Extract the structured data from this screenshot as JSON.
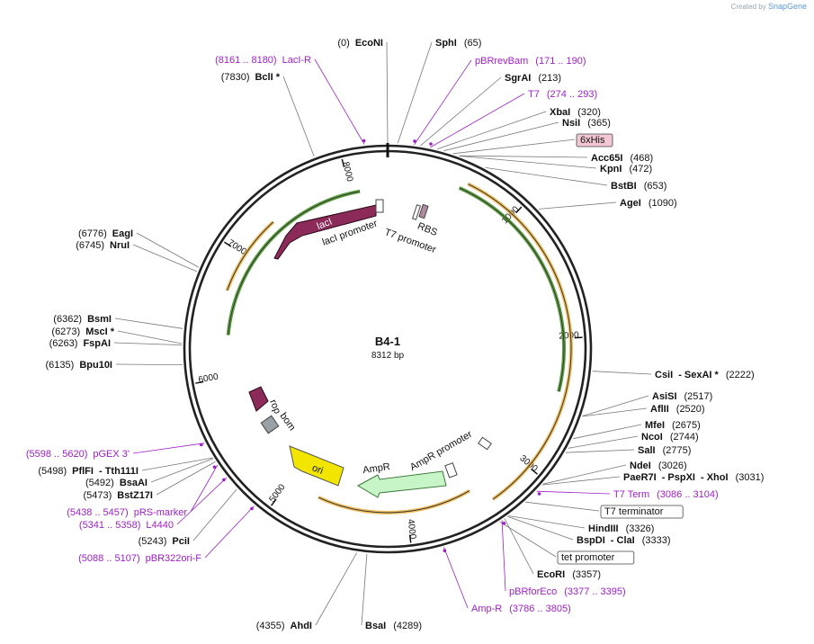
{
  "credit": {
    "prefix": "Created by",
    "brand": "SnapGene"
  },
  "plasmid": {
    "name": "B4-1",
    "size": "8312 bp"
  },
  "ring_ticks": [
    "1000",
    "2000",
    "3000",
    "4000",
    "5000",
    "6000",
    "7000",
    "8000"
  ],
  "features": {
    "lacI": "lacI",
    "lacI_promoter": "lacI promoter",
    "T7_promoter": "T7 promoter",
    "RBS": "RBS",
    "rop": "rop",
    "bom": "bom",
    "ori": "ori",
    "AmpR": "AmpR",
    "AmpR_promoter": "AmpR promoter"
  },
  "sites": [
    {
      "num": "(0)",
      "name": "EcoNI"
    },
    {
      "name": "SphI",
      "num": "(65)"
    },
    {
      "name": "pBRrevBam",
      "num": "(171 .. 190)",
      "color": "#a020c8"
    },
    {
      "name": "SgrAI",
      "num": "(213)"
    },
    {
      "name": "T7",
      "num": "(274 .. 293)",
      "color": "#a020c8"
    },
    {
      "name": "XbaI",
      "num": "(320)"
    },
    {
      "name": "NsiI",
      "num": "(365)"
    },
    {
      "name": "6xHis",
      "boxed": "pink"
    },
    {
      "name": "Acc65I",
      "num": "(468)"
    },
    {
      "name": "KpnI",
      "num": "(472)"
    },
    {
      "name": "BstBI",
      "num": "(653)"
    },
    {
      "name": "AgeI",
      "num": "(1090)"
    },
    {
      "name": "CsiI",
      "name2": "- SexAI *",
      "num": "(2222)"
    },
    {
      "name": "AsiSI",
      "num": "(2517)"
    },
    {
      "name": "AflII",
      "num": "(2520)"
    },
    {
      "name": "MfeI",
      "num": "(2675)"
    },
    {
      "name": "NcoI",
      "num": "(2744)"
    },
    {
      "name": "SalI",
      "num": "(2775)"
    },
    {
      "name": "NdeI",
      "num": "(3026)"
    },
    {
      "name": "PaeR7I",
      "name2": "- PspXI",
      "name3": "- XhoI",
      "num": "(3031)"
    },
    {
      "name": "T7 Term",
      "num": "(3086 .. 3104)",
      "color": "#a020c8"
    },
    {
      "name": "T7 terminator",
      "boxed": "white"
    },
    {
      "name": "HindIII",
      "num": "(3326)"
    },
    {
      "name": "BspDI",
      "name2": "- ClaI",
      "num": "(3333)"
    },
    {
      "name": "tet promoter",
      "boxed": "white"
    },
    {
      "name": "EcoRI",
      "num": "(3357)"
    },
    {
      "name": "pBRforEco",
      "num": "(3377 .. 3395)",
      "color": "#a020c8"
    },
    {
      "name": "Amp-R",
      "num": "(3786 .. 3805)",
      "color": "#a020c8"
    },
    {
      "name": "BsaI",
      "num": "(4289)"
    },
    {
      "num": "(4355)",
      "name": "AhdI"
    },
    {
      "num": "(5088 .. 5107)",
      "name": "pBR322ori-F",
      "color": "#a020c8"
    },
    {
      "num": "(5243)",
      "name": "PciI"
    },
    {
      "num": "(5341 .. 5358)",
      "name": "L4440",
      "color": "#a020c8"
    },
    {
      "num": "(5438 .. 5457)",
      "name": "pRS-marker",
      "color": "#a020c8"
    },
    {
      "num": "(5473)",
      "name": "BstZ17I"
    },
    {
      "num": "(5492)",
      "name": "BsaAI"
    },
    {
      "num": "(5498)",
      "name": "PflFI",
      "name2": "- Tth111I"
    },
    {
      "num": "(5598 .. 5620)",
      "name": "pGEX 3'",
      "color": "#a020c8"
    },
    {
      "num": "(6135)",
      "name": "Bpu10I"
    },
    {
      "num": "(6263)",
      "name": "FspAI"
    },
    {
      "num": "(6273)",
      "name": "MscI *"
    },
    {
      "num": "(6362)",
      "name": "BsmI"
    },
    {
      "num": "(6745)",
      "name": "NruI"
    },
    {
      "num": "(6776)",
      "name": "EagI"
    },
    {
      "num": "(7830)",
      "name": "BclI *"
    },
    {
      "num": "(8161 .. 8180)",
      "name": "LacI-R",
      "color": "#a020c8"
    }
  ],
  "colors": {
    "feature_purple": "#8c2a5a",
    "ori_yellow": "#f2e600",
    "ampr_green": "#c8f5c8",
    "primer_purple": "#a020c8",
    "orf_orange": "#f0b445",
    "orf_green": "#3f8f1f"
  }
}
